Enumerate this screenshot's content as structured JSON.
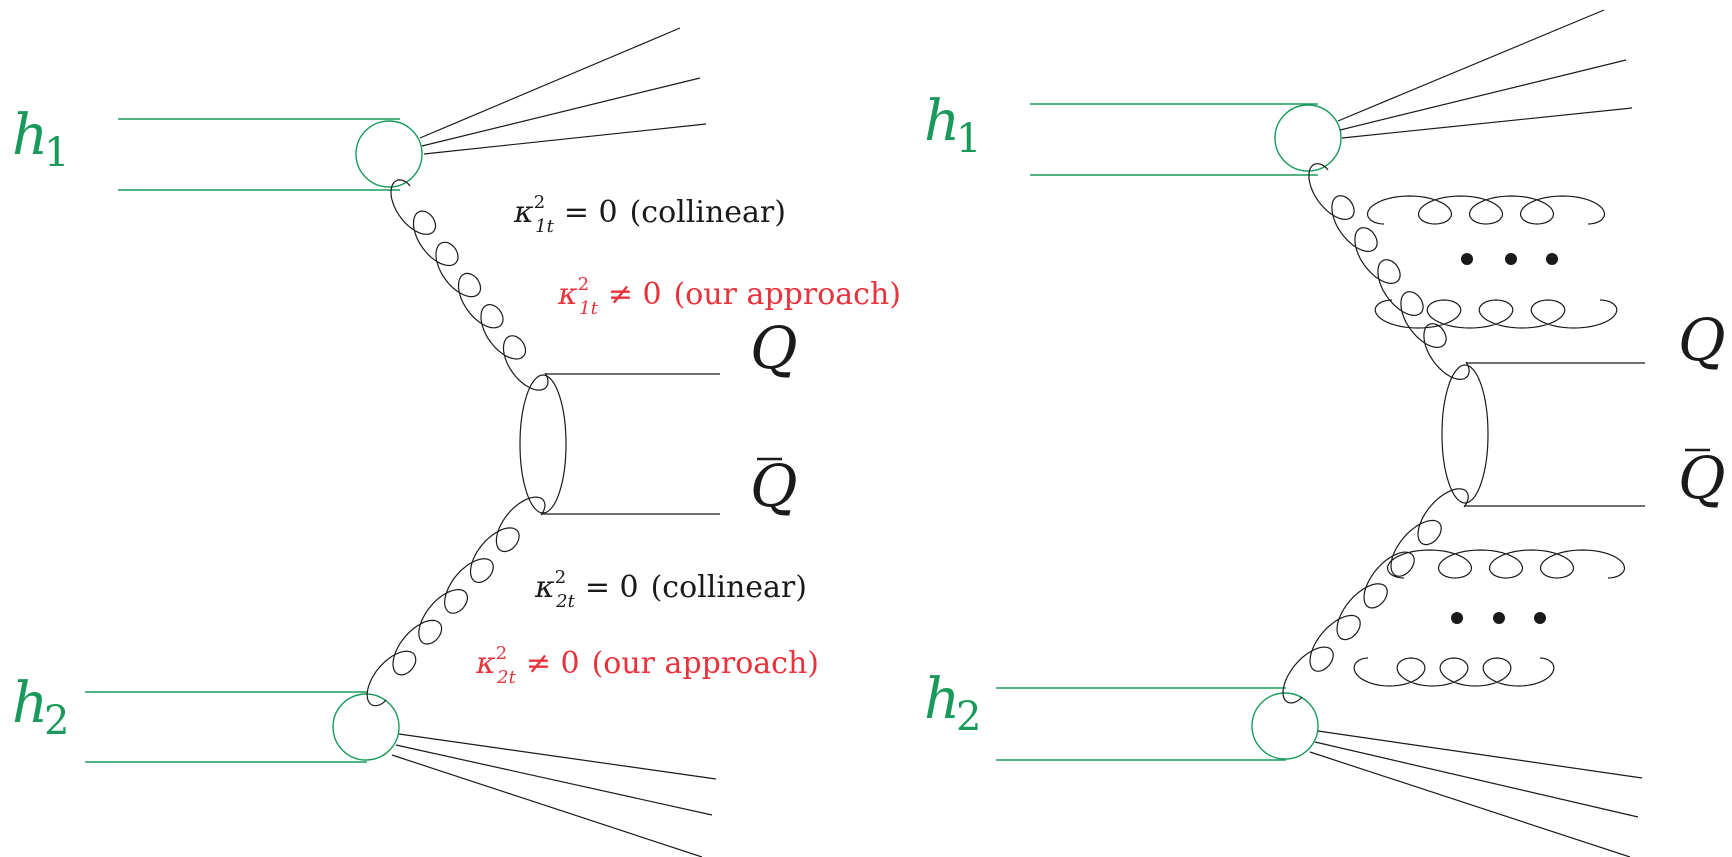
{
  "colors": {
    "hadron": "#1a9a5a",
    "approach": "#e8323c",
    "ink": "#1a1a1a"
  },
  "left_panel": {
    "hadron_1": {
      "letter": "h",
      "index": "1"
    },
    "hadron_2": {
      "letter": "h",
      "index": "2"
    },
    "quark": "Q",
    "antiquark": "Q",
    "kappa_1_collinear": {
      "symbol": "κ",
      "sup": "2",
      "sub": "1t",
      "relation": "= 0",
      "note": "(collinear)"
    },
    "kappa_1_approach": {
      "symbol": "κ",
      "sup": "2",
      "sub": "1t",
      "relation": "≠ 0",
      "note": "(our approach)"
    },
    "kappa_2_collinear": {
      "symbol": "κ",
      "sup": "2",
      "sub": "2t",
      "relation": "= 0",
      "note": "(collinear)"
    },
    "kappa_2_approach": {
      "symbol": "κ",
      "sup": "2",
      "sub": "2t",
      "relation": "≠ 0",
      "note": "(our approach)"
    }
  },
  "right_panel": {
    "hadron_1": {
      "letter": "h",
      "index": "1"
    },
    "hadron_2": {
      "letter": "h",
      "index": "2"
    },
    "quark": "Q",
    "antiquark": "Q",
    "ellipsis_top": "• • •",
    "ellipsis_bottom": "• • •"
  }
}
